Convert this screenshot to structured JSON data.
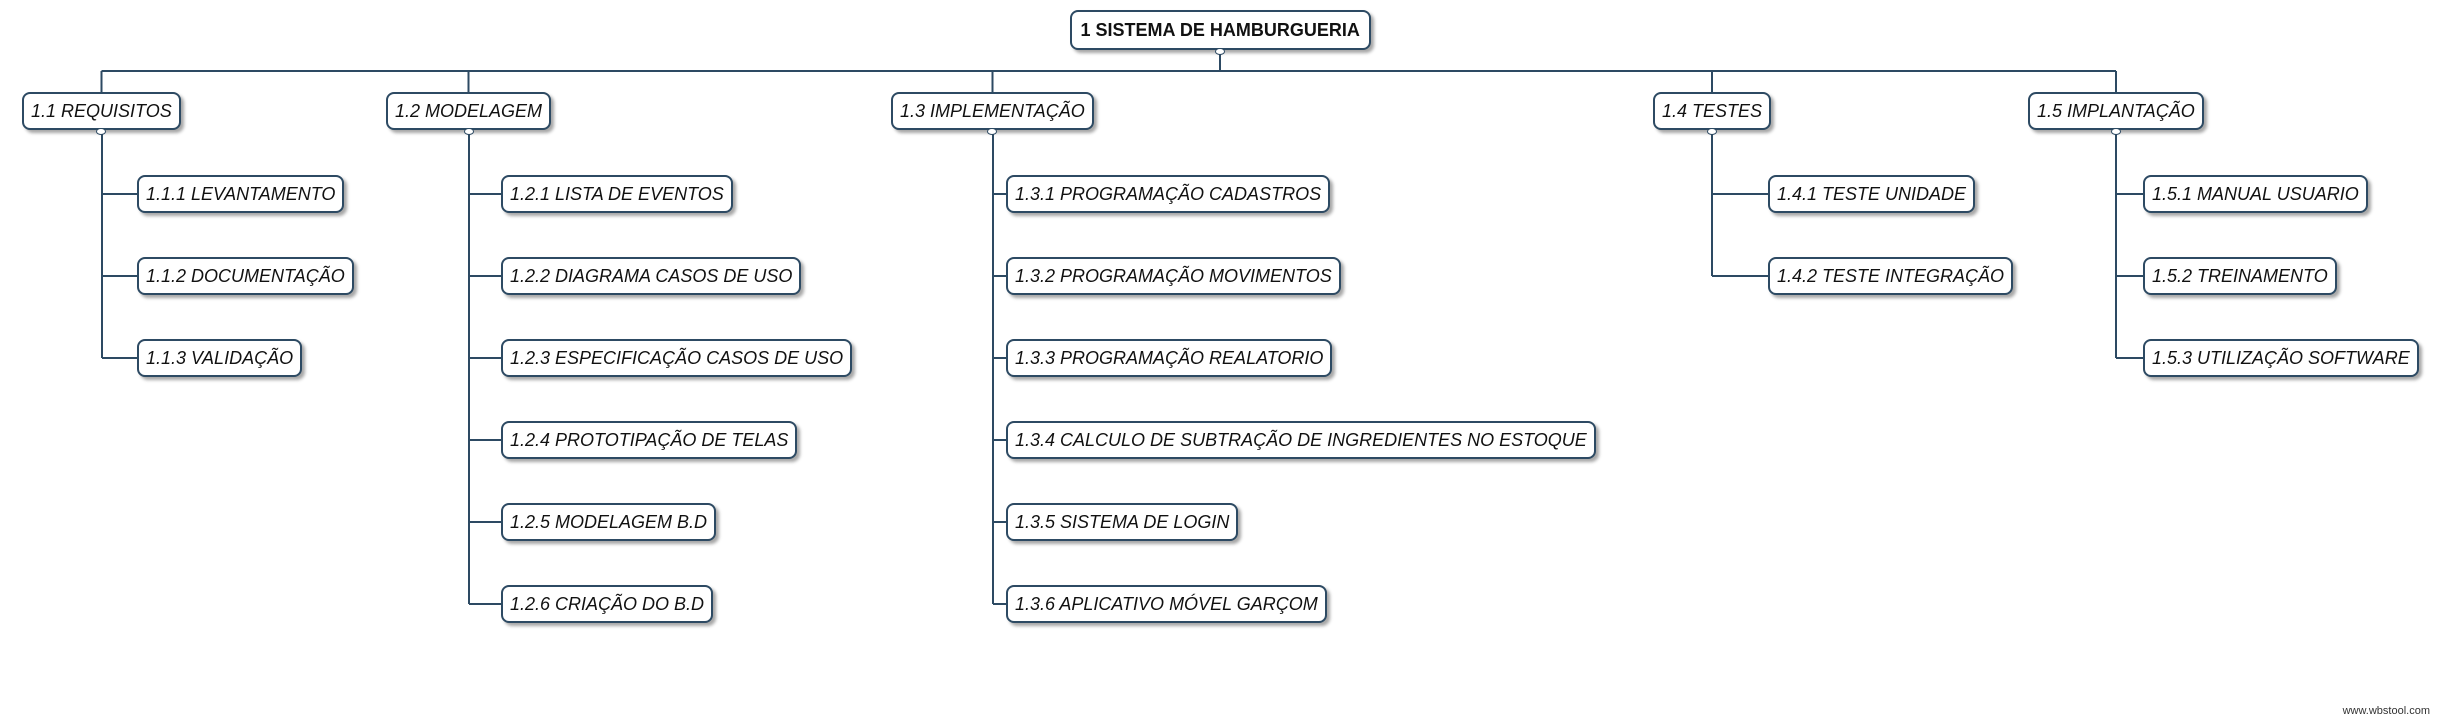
{
  "colors": {
    "line": "#2d4a63",
    "node_border": "#2d4a63",
    "node_fill": "#ffffff",
    "text": "#111111"
  },
  "wbs": {
    "root": {
      "label": "1 SISTEMA DE HAMBURGUERIA"
    },
    "branches": [
      {
        "label": "1.1 REQUISITOS",
        "children": [
          "1.1.1 LEVANTAMENTO",
          "1.1.2 DOCUMENTAÇÃO",
          "1.1.3 VALIDAÇÃO"
        ]
      },
      {
        "label": "1.2 MODELAGEM",
        "children": [
          "1.2.1 LISTA DE EVENTOS",
          "1.2.2 DIAGRAMA CASOS DE USO",
          "1.2.3 ESPECIFICAÇÃO CASOS DE USO",
          "1.2.4 PROTOTIPAÇÃO DE TELAS",
          "1.2.5 MODELAGEM B.D",
          "1.2.6 CRIAÇÃO DO B.D"
        ]
      },
      {
        "label": "1.3 IMPLEMENTAÇÃO",
        "children": [
          "1.3.1 PROGRAMAÇÃO CADASTROS",
          "1.3.2 PROGRAMAÇÃO MOVIMENTOS",
          "1.3.3 PROGRAMAÇÃO REALATORIO",
          "1.3.4 CALCULO DE SUBTRAÇÃO DE INGREDIENTES NO ESTOQUE",
          "1.3.5 SISTEMA DE LOGIN",
          "1.3.6 APLICATIVO MÓVEL GARÇOM"
        ]
      },
      {
        "label": "1.4 TESTES",
        "children": [
          "1.4.1 TESTE UNIDADE",
          "1.4.2 TESTE INTEGRAÇÃO"
        ]
      },
      {
        "label": "1.5 IMPLANTAÇÃO",
        "children": [
          "1.5.1 MANUAL USUARIO",
          "1.5.2 TREINAMENTO",
          "1.5.3 UTILIZAÇÃO SOFTWARE"
        ]
      }
    ]
  },
  "watermark": "www.wbstool.com"
}
